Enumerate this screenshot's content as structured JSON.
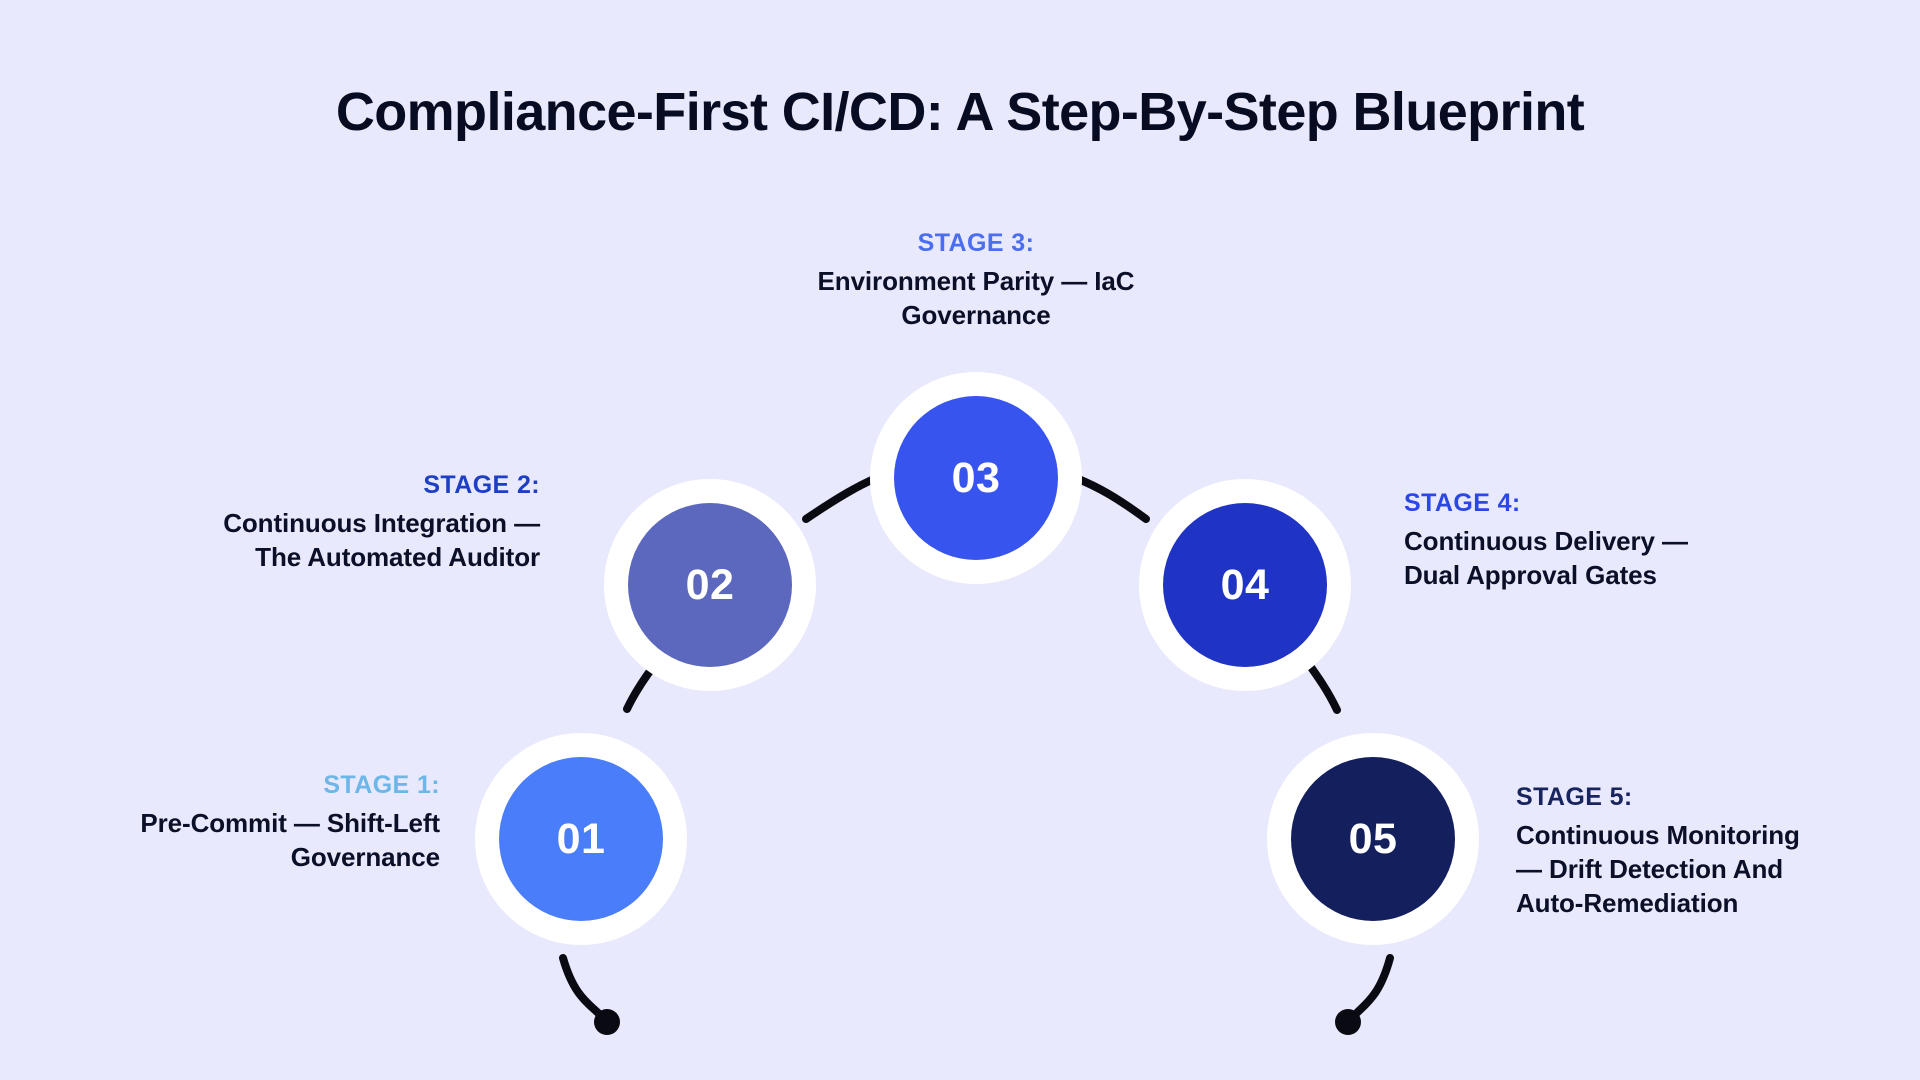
{
  "page": {
    "title": "Compliance-First CI/CD: A Step-By-Step Blueprint",
    "background_color": "#e9e9fd",
    "title_color": "#080c22",
    "ring_color": "#ffffff",
    "connector_color": "#0a0a12",
    "body_text_color": "#0b1028"
  },
  "stages": [
    {
      "number": "01",
      "stage_label": "STAGE 1:",
      "description": "Pre-Commit — Shift-Left Governance",
      "description_lines": [
        "Pre-Commit — Shift-Left",
        "Governance"
      ],
      "circle_color": "#4a7dfa",
      "stage_label_color": "#6cb6e8",
      "align": "right"
    },
    {
      "number": "02",
      "stage_label": "STAGE 2:",
      "description": "Continuous Integration — The Automated Auditor",
      "description_lines": [
        "Continuous Integration —",
        "The Automated Auditor"
      ],
      "circle_color": "#5c68bd",
      "stage_label_color": "#1c3fc4",
      "align": "right"
    },
    {
      "number": "03",
      "stage_label": "STAGE 3:",
      "description": "Environment Parity — IaC Governance",
      "description_lines": [
        "Environment Parity — IaC",
        "Governance"
      ],
      "circle_color": "#3755ee",
      "stage_label_color": "#4b6ef0",
      "align": "center"
    },
    {
      "number": "04",
      "stage_label": "STAGE 4:",
      "description": "Continuous Delivery — Dual Approval Gates",
      "description_lines": [
        "Continuous Delivery —",
        "Dual Approval Gates"
      ],
      "circle_color": "#1f33c4",
      "stage_label_color": "#2b47e8",
      "align": "left"
    },
    {
      "number": "05",
      "stage_label": "STAGE 5:",
      "description": "Continuous Monitoring — Drift Detection And Auto-Remediation",
      "description_lines": [
        "Continuous Monitoring",
        "— Drift Detection And",
        "Auto-Remediation"
      ],
      "circle_color": "#141f5e",
      "stage_label_color": "#18245e",
      "align": "left"
    }
  ]
}
